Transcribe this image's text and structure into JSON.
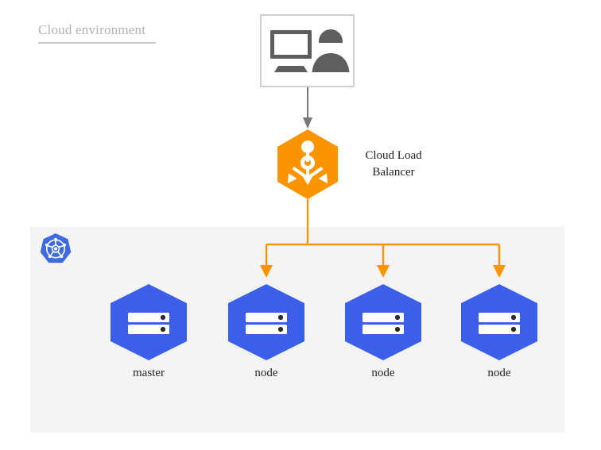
{
  "diagram": {
    "title": "Cloud environment",
    "type": "architecture-diagram",
    "background_color": "#ffffff",
    "panel_color": "#f4f4f4"
  },
  "colors": {
    "orange": "#FA9400",
    "blue": "#3B5FE8",
    "k8s_blue": "#3F6BE0",
    "gray_icon": "#5e5e5e",
    "gray_border": "#cfcfcf",
    "title_gray": "#b3b3b3",
    "arrow_gray": "#777777",
    "white": "#ffffff",
    "dot_dark": "#2b2b2b"
  },
  "client": {
    "icon_monitor": "monitor-icon",
    "icon_user": "user-icon",
    "border_color": "#cfcfcf"
  },
  "load_balancer": {
    "label_line1": "Cloud Load",
    "label_line2": "Balancer",
    "icon": "load-balancer-distribute-icon",
    "shape": "hexagon",
    "color": "#FA9400"
  },
  "kubernetes": {
    "icon": "kubernetes-helm-wheel-icon",
    "shape": "heptagon",
    "color": "#3F6BE0"
  },
  "cluster": {
    "nodes": [
      {
        "label": "master",
        "icon": "server-rack-icon",
        "color": "#3B5FE8",
        "has_incoming_arrow": false
      },
      {
        "label": "node",
        "icon": "server-rack-icon",
        "color": "#3B5FE8",
        "has_incoming_arrow": true
      },
      {
        "label": "node",
        "icon": "server-rack-icon",
        "color": "#3B5FE8",
        "has_incoming_arrow": true
      },
      {
        "label": "node",
        "icon": "server-rack-icon",
        "color": "#3B5FE8",
        "has_incoming_arrow": true
      }
    ]
  },
  "connections": [
    {
      "from": "client",
      "to": "load-balancer",
      "color": "#777777",
      "style": "straight-arrow"
    },
    {
      "from": "load-balancer",
      "to": "node-1",
      "color": "#FA9400",
      "style": "elbow-arrow"
    },
    {
      "from": "load-balancer",
      "to": "node-2",
      "color": "#FA9400",
      "style": "elbow-arrow"
    },
    {
      "from": "load-balancer",
      "to": "node-3",
      "color": "#FA9400",
      "style": "elbow-arrow"
    }
  ]
}
